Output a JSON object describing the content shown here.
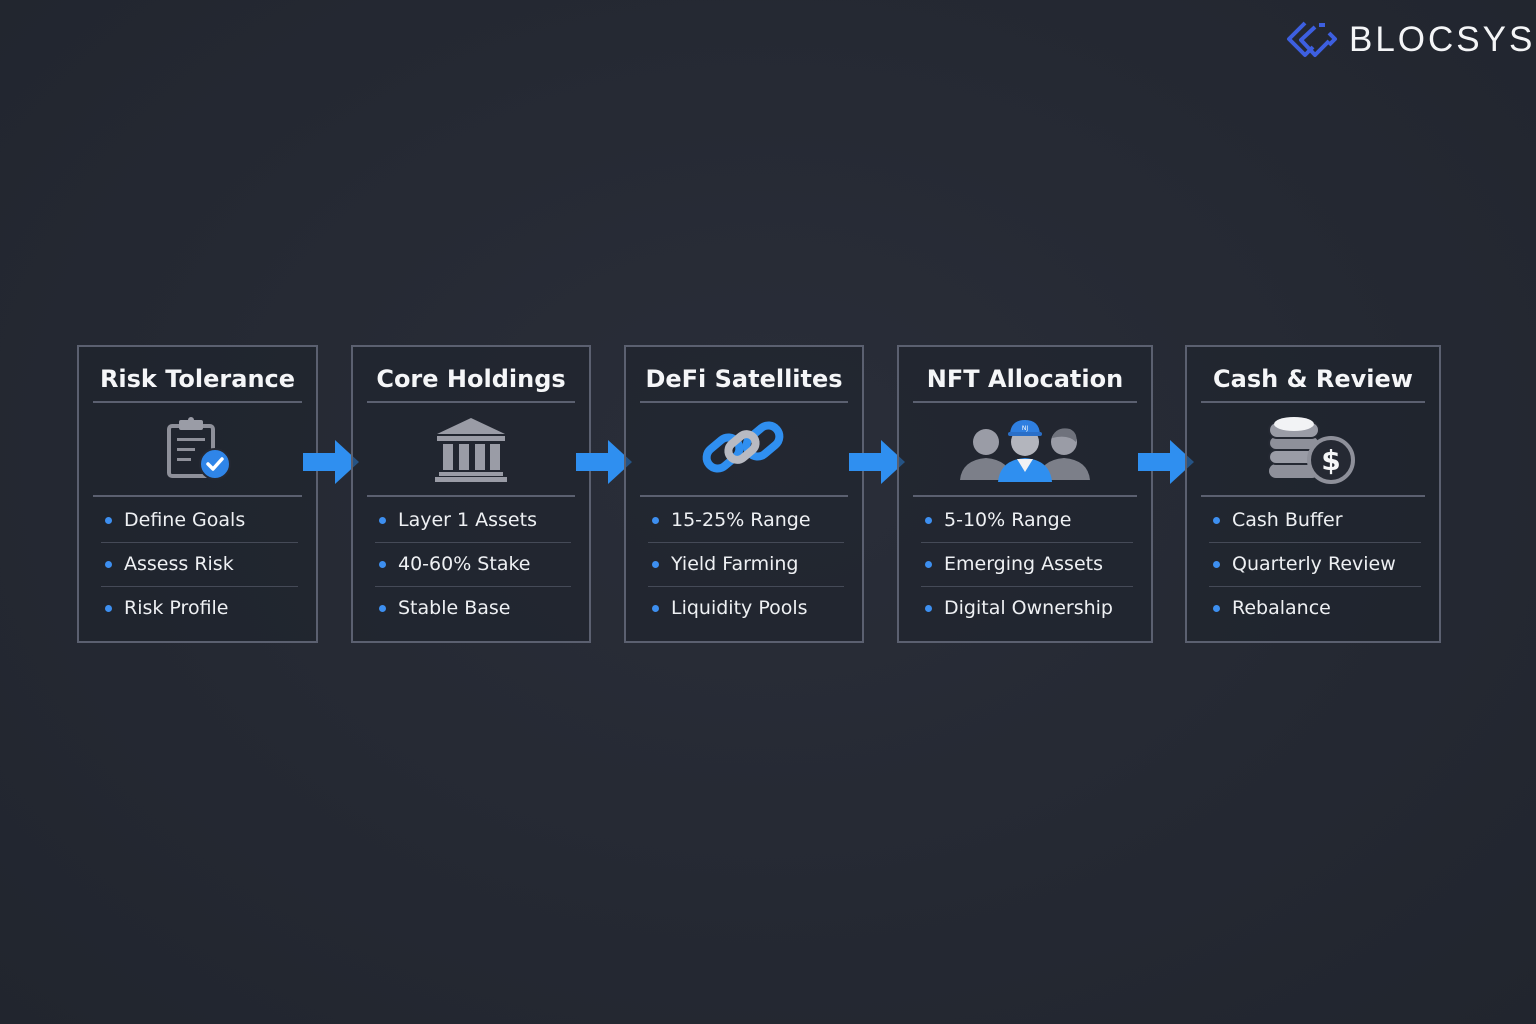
{
  "brand": {
    "name": "BLOCSYS",
    "logo_icon": "interlocked-diamonds-icon",
    "accent": "#3b5bdb"
  },
  "colors": {
    "background": "#252933",
    "border": "#5b6070",
    "accent_blue": "#2f8ff0",
    "icon_gray": "#9a9ca6"
  },
  "flow": {
    "steps": [
      {
        "title": "Risk Tolerance",
        "icon": "clipboard-check-icon",
        "items": [
          "Define Goals",
          "Assess Risk",
          "Risk Profile"
        ]
      },
      {
        "title": "Core Holdings",
        "icon": "bank-building-icon",
        "items": [
          "Layer 1 Assets",
          "40-60% Stake",
          "Stable Base"
        ]
      },
      {
        "title": "DeFi Satellites",
        "icon": "chain-link-icon",
        "items": [
          "15-25% Range",
          "Yield Farming",
          "Liquidity Pools"
        ]
      },
      {
        "title": "NFT Allocation",
        "icon": "users-group-icon",
        "items": [
          "5-10% Range",
          "Emerging Assets",
          "Digital Ownership"
        ]
      },
      {
        "title": "Cash & Review",
        "icon": "coins-dollar-icon",
        "items": [
          "Cash Buffer",
          "Quarterly Review",
          "Rebalance"
        ]
      }
    ],
    "connector_icon": "arrow-right-icon"
  }
}
